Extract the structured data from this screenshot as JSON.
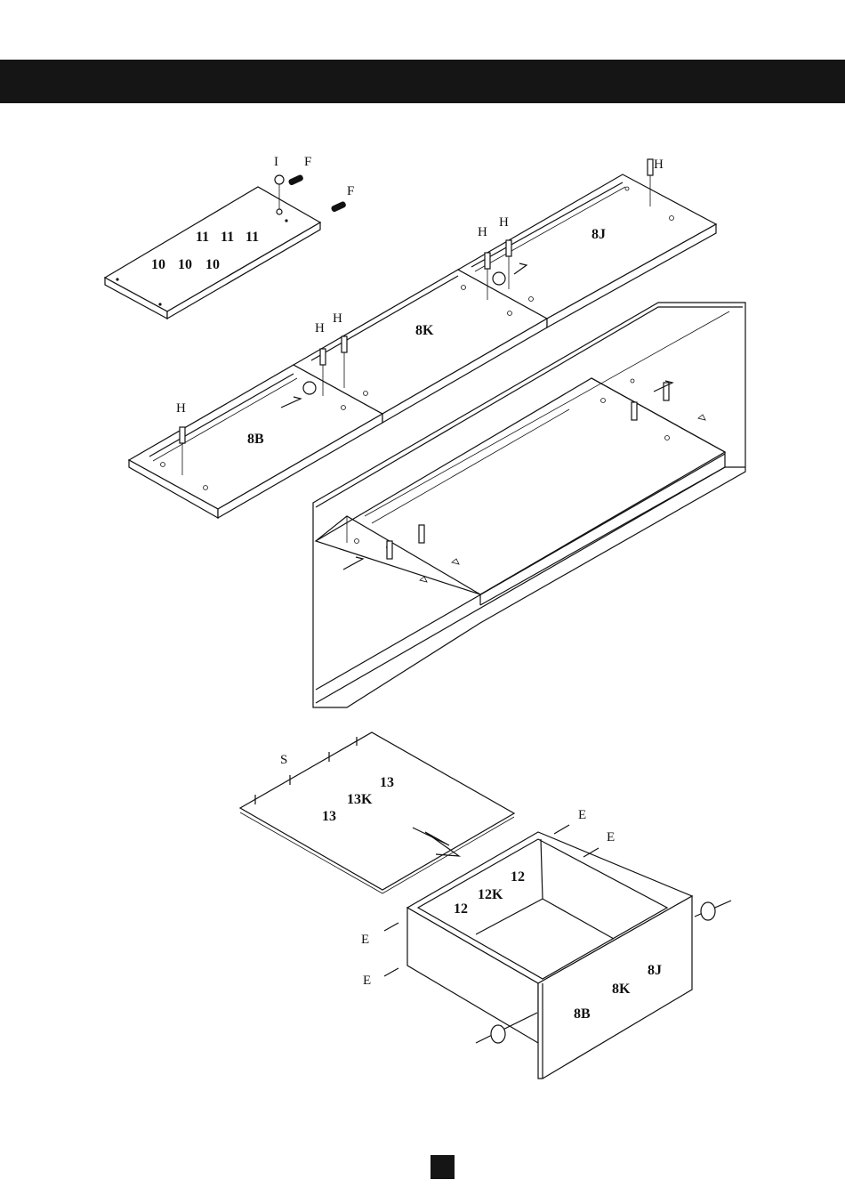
{
  "labels": {
    "top_panel": {
      "hw_I": "I",
      "hw_F1": "F",
      "hw_F2": "F",
      "row1": [
        "11",
        "11",
        "11"
      ],
      "row2": [
        "10",
        "10",
        "10"
      ]
    },
    "panel_8J": {
      "part": "8J",
      "hw_H_right": "H",
      "hw_H_a": "H",
      "hw_H_b": "H"
    },
    "panel_8K": {
      "part": "8K",
      "hw_H_a": "H",
      "hw_H_b": "H"
    },
    "panel_8B": {
      "part": "8B",
      "hw_H": "H"
    },
    "bottom_panel": {
      "hw_S": "S",
      "part_13a": "13",
      "part_13K": "13K",
      "part_13b": "13"
    },
    "drawer_box": {
      "hw_E1": "E",
      "hw_E2": "E",
      "hw_E3": "E",
      "hw_E4": "E",
      "part_12a": "12",
      "part_12K": "12K",
      "part_12b": "12"
    },
    "drawer_front": {
      "part_8J": "8J",
      "part_8K": "8K",
      "part_8B": "8B"
    }
  },
  "colors": {
    "ink": "#111111",
    "header_bar": "#151515",
    "paper": "#ffffff"
  }
}
